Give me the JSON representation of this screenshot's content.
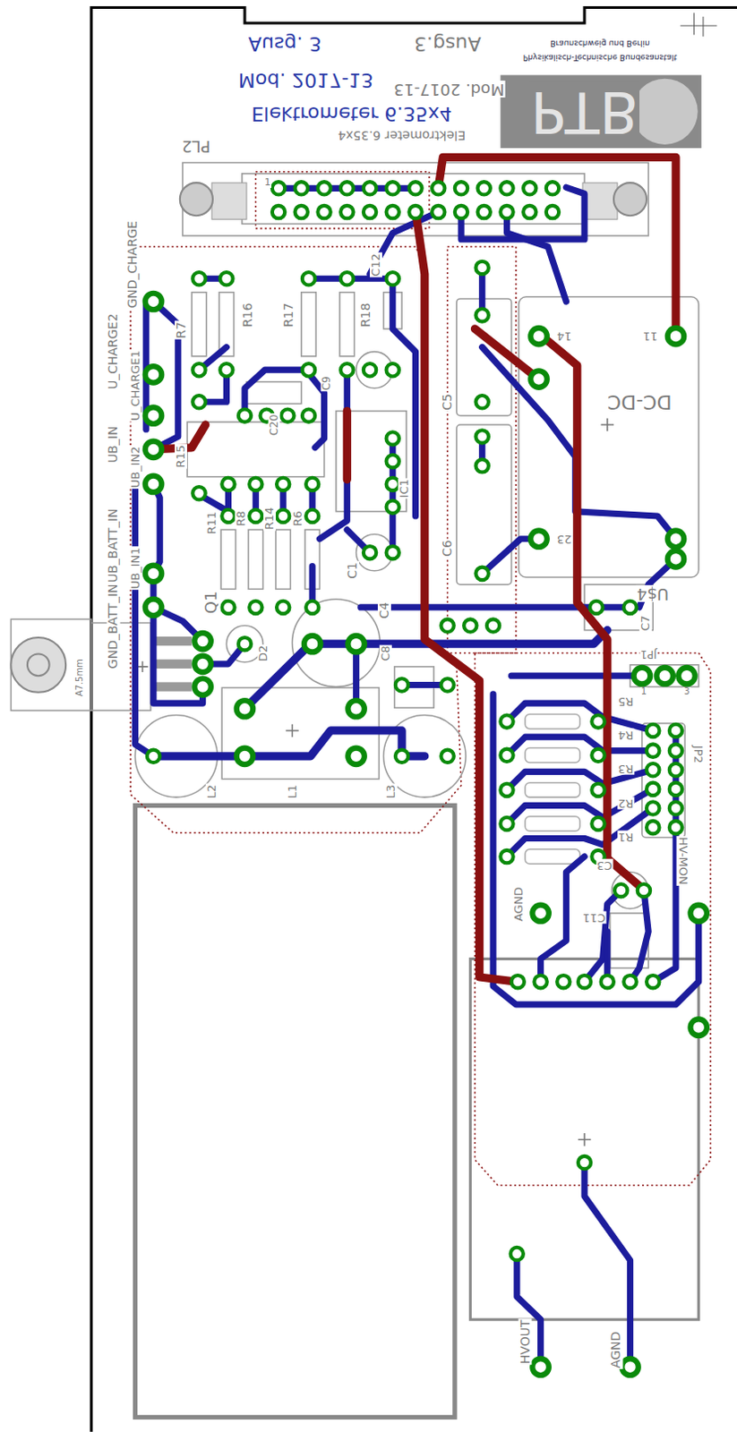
{
  "diagram": {
    "labels": [
      "Ausg. 3",
      "Ausg.3",
      "Mod. 2017-13",
      "Mod. 2017-13",
      "Elektrometer 6.35x4",
      "Elektrometer 6.35x4",
      "Braunschweig und Berlin",
      "Physikalisch-Technische Bundesanstalt",
      "PTB",
      "PL2",
      "1",
      "R7",
      "R16",
      "R17",
      "R18",
      "C12",
      "C20",
      "C9",
      "C5",
      "DC-DC",
      "14",
      "11",
      "23",
      "GND_CHARGE",
      "U_CHARGE2",
      "U_CHARGE1",
      "UB_IN",
      "UB_IN2",
      "UB_BATT_IN",
      "UB_IN1",
      "GND_BATT_IN",
      "R15",
      "IC1",
      "R11",
      "R8",
      "R14",
      "R6",
      "C1",
      "C6",
      "Q1",
      "D2",
      "C4",
      "C8",
      "U$4",
      "C7",
      "JP1",
      "1",
      "3",
      "R5",
      "R4",
      "R3",
      "R2",
      "R1",
      "JP2",
      "HV-MON",
      "C3",
      "C11",
      "AGND",
      "L2",
      "L1",
      "L3",
      "A7.5mm",
      "HVOUT",
      "AGND"
    ]
  }
}
